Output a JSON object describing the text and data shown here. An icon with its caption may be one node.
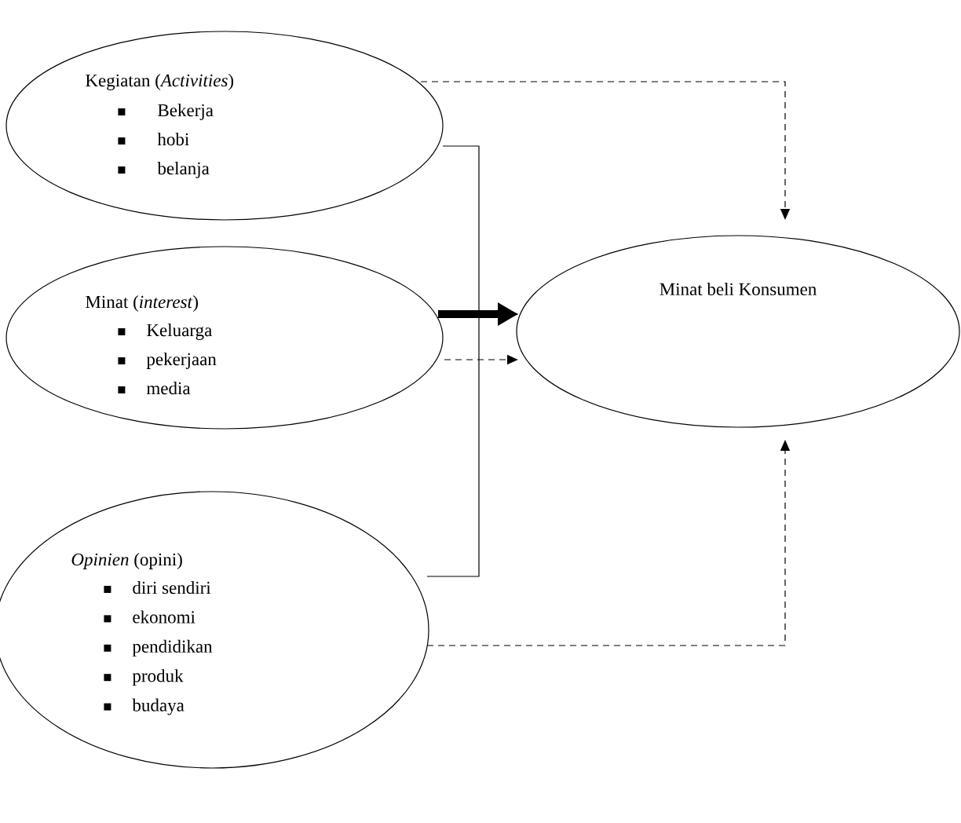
{
  "diagram": {
    "nodes": [
      {
        "text": [
          "Kegiatan (*Activities*)",
          "Bekerja",
          "hobi",
          "belanja"
        ]
      },
      {
        "text": [
          "Minat (*interest*)",
          "Keluarga",
          "pekerjaan",
          "media"
        ]
      },
      {
        "text": [
          "*Opinien* (opini)",
          "diri sendiri",
          "ekonomi",
          "pendidikan",
          "produk",
          "budaya"
        ]
      },
      {
        "text": [
          "Minat beli Konsumen"
        ]
      }
    ],
    "edges": [
      {
        "from": 0,
        "to": 3,
        "arrow": "to"
      },
      {
        "from": 2,
        "to": 3,
        "arrow": "to"
      },
      {
        "from": 1,
        "to": 3,
        "arrow": "to",
        "style": "thick"
      },
      {
        "from": 0,
        "to": 3,
        "arrow": "to",
        "style": "dashed"
      },
      {
        "from": 1,
        "to": 3,
        "arrow": "to",
        "style": "dashed"
      },
      {
        "from": 2,
        "to": 3,
        "arrow": "to",
        "style": "dashed"
      }
    ]
  }
}
